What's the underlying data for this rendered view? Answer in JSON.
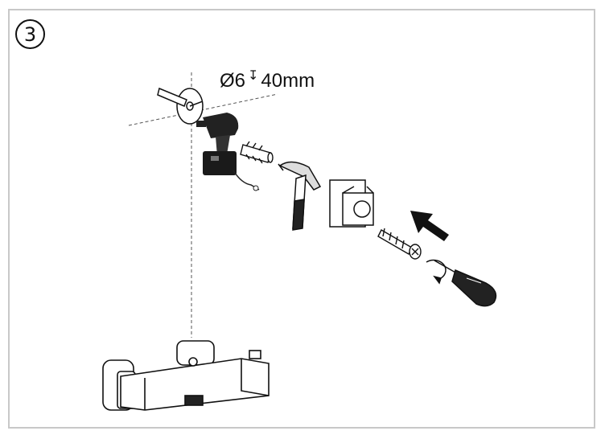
{
  "step": {
    "number": "3"
  },
  "drill_spec": {
    "diameter": "Ø6",
    "depth_symbol": "↧",
    "depth": "40mm"
  },
  "colors": {
    "line": "#111111",
    "frame": "#c8c8c8",
    "tool_dark": "#222222"
  },
  "icons": [
    "drill-bit-icon",
    "power-drill-icon",
    "wall-plug-icon",
    "hammer-icon",
    "mounting-bracket-icon",
    "screw-icon",
    "arrow-icon",
    "screwdriver-icon",
    "shower-mixer-icon"
  ]
}
